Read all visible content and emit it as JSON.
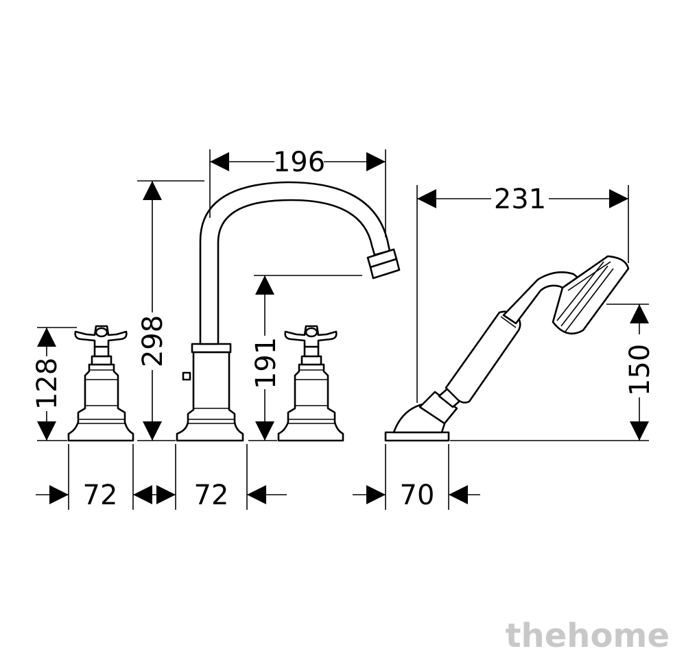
{
  "dimensions": {
    "spout_reach": "196",
    "spout_height": "298",
    "spout_outlet_height": "191",
    "handle_height": "128",
    "handle_spacing_left": "72",
    "handle_spacing_right": "72",
    "shower_length": "231",
    "shower_height": "150",
    "shower_base_width": "70"
  },
  "watermark": "thehome"
}
